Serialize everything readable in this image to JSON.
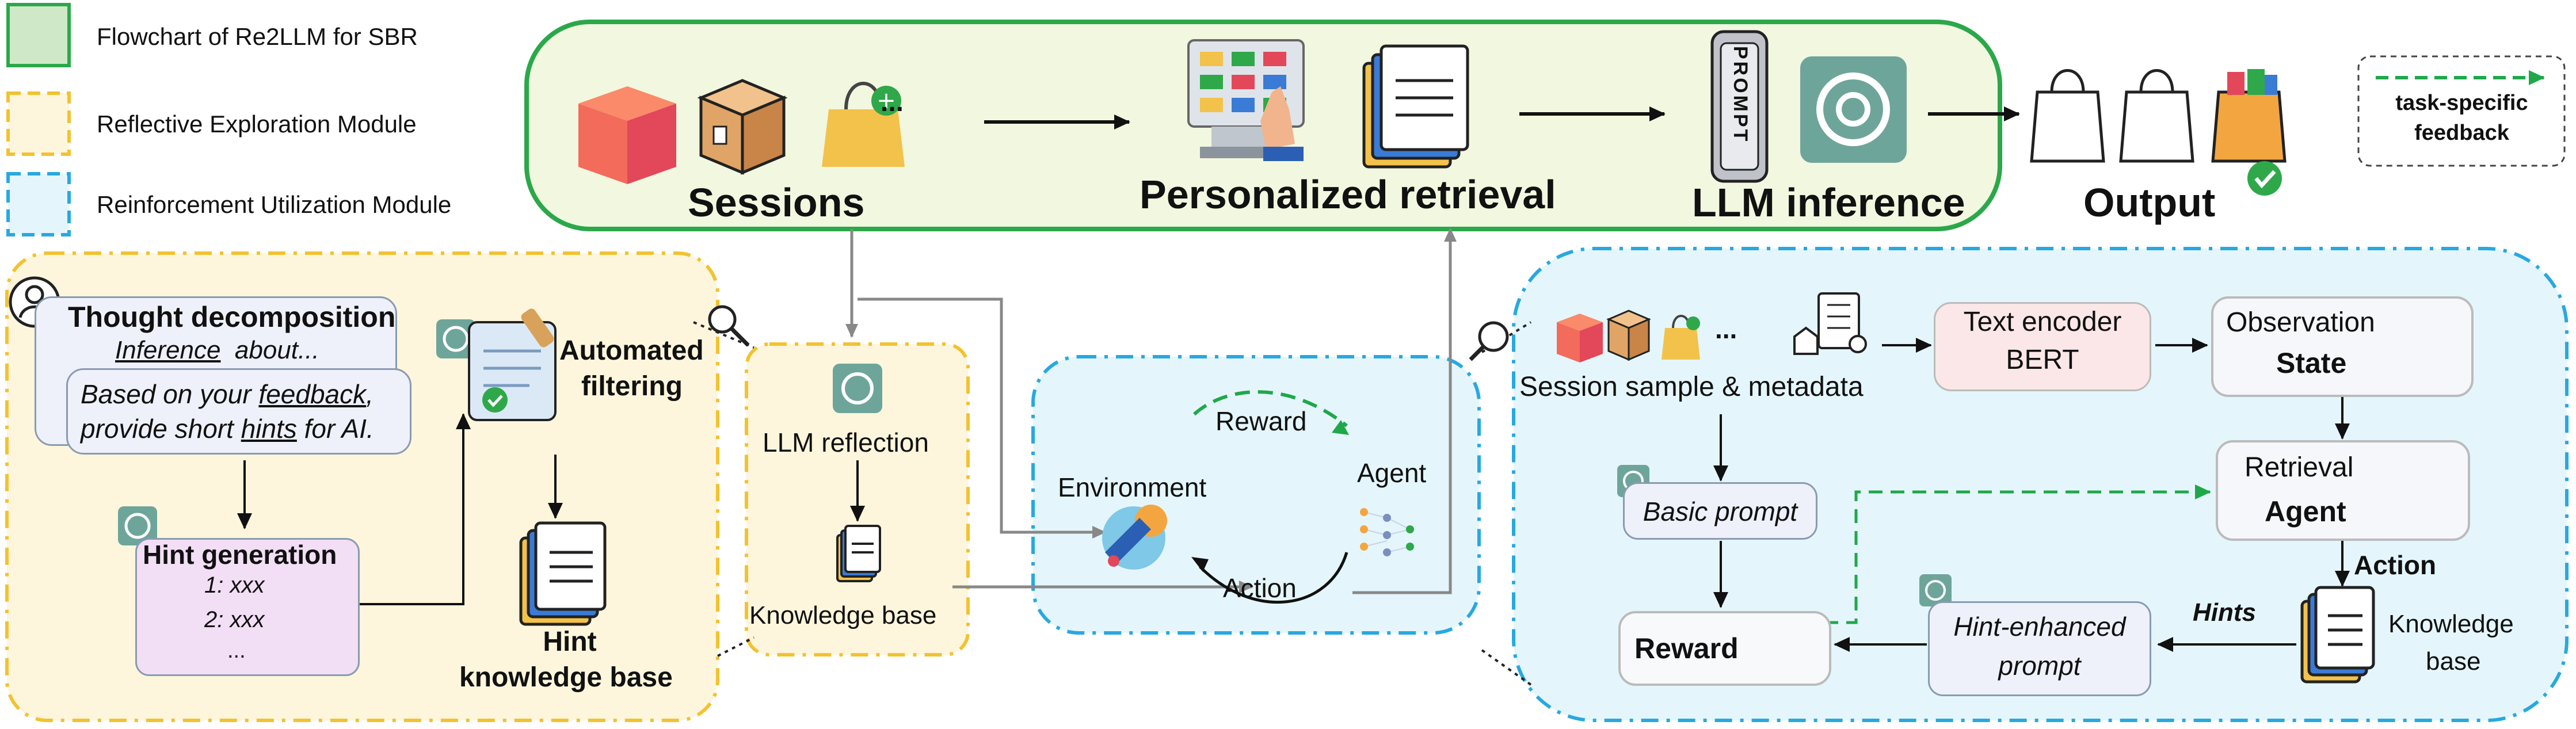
{
  "legend": {
    "items": [
      {
        "label": "Flowchart of Re2LLM for SBR",
        "color": "#2ba84a",
        "fill": "#cfe9c8",
        "style": "solid"
      },
      {
        "label": "Reflective Exploration Module",
        "color": "#f2c230",
        "fill": "#fdf6dc",
        "style": "dashed"
      },
      {
        "label": "Reinforcement Utilization Module",
        "color": "#29a8e0",
        "fill": "#e4f6fb",
        "style": "dashed"
      }
    ]
  },
  "feedback_legend": {
    "label_line1": "task-specific",
    "label_line2": "feedback"
  },
  "flowchart": {
    "stages": {
      "sessions": "Sessions",
      "retrieval": "Personalized retrieval",
      "inference": "LLM inference",
      "output": "Output"
    },
    "ellipsis": "...",
    "prompt_label": "PROMPT"
  },
  "reflective": {
    "thought_title": "Thought decomposition",
    "thought_inference": "Inference",
    "thought_about": "about...",
    "hint_prompt_line1_a": "Based on your ",
    "hint_prompt_line1_b": "feedback",
    "hint_prompt_line1_c": ",",
    "hint_prompt_line2_a": "provide short ",
    "hint_prompt_line2_b": "hints",
    "hint_prompt_line2_c": " for AI.",
    "hint_gen_title": "Hint generation",
    "hint_items": [
      "1: xxx",
      "2: xxx",
      "..."
    ],
    "filtering_line1": "Automated",
    "filtering_line2": "filtering",
    "hint_kb_line1": "Hint",
    "hint_kb_line2": "knowledge base"
  },
  "middle": {
    "reflection": "LLM reflection",
    "knowledge_base": "Knowledge base"
  },
  "rl_loop": {
    "reward": "Reward",
    "environment": "Environment",
    "agent": "Agent",
    "action": "Action"
  },
  "utilization": {
    "session_sample": "Session sample & metadata",
    "ellipsis": "...",
    "encoder_line1": "Text encoder",
    "encoder_line2": "BERT",
    "observation_line1": "Observation",
    "observation_line2": "State",
    "retrieval_line1": "Retrieval",
    "retrieval_line2": "Agent",
    "basic_prompt": "Basic prompt",
    "action": "Action",
    "hints": "Hints",
    "kb_line1": "Knowledge",
    "kb_line2": "base",
    "hint_prompt_line1": "Hint-enhanced",
    "hint_prompt_line2": "prompt",
    "reward": "Reward"
  }
}
